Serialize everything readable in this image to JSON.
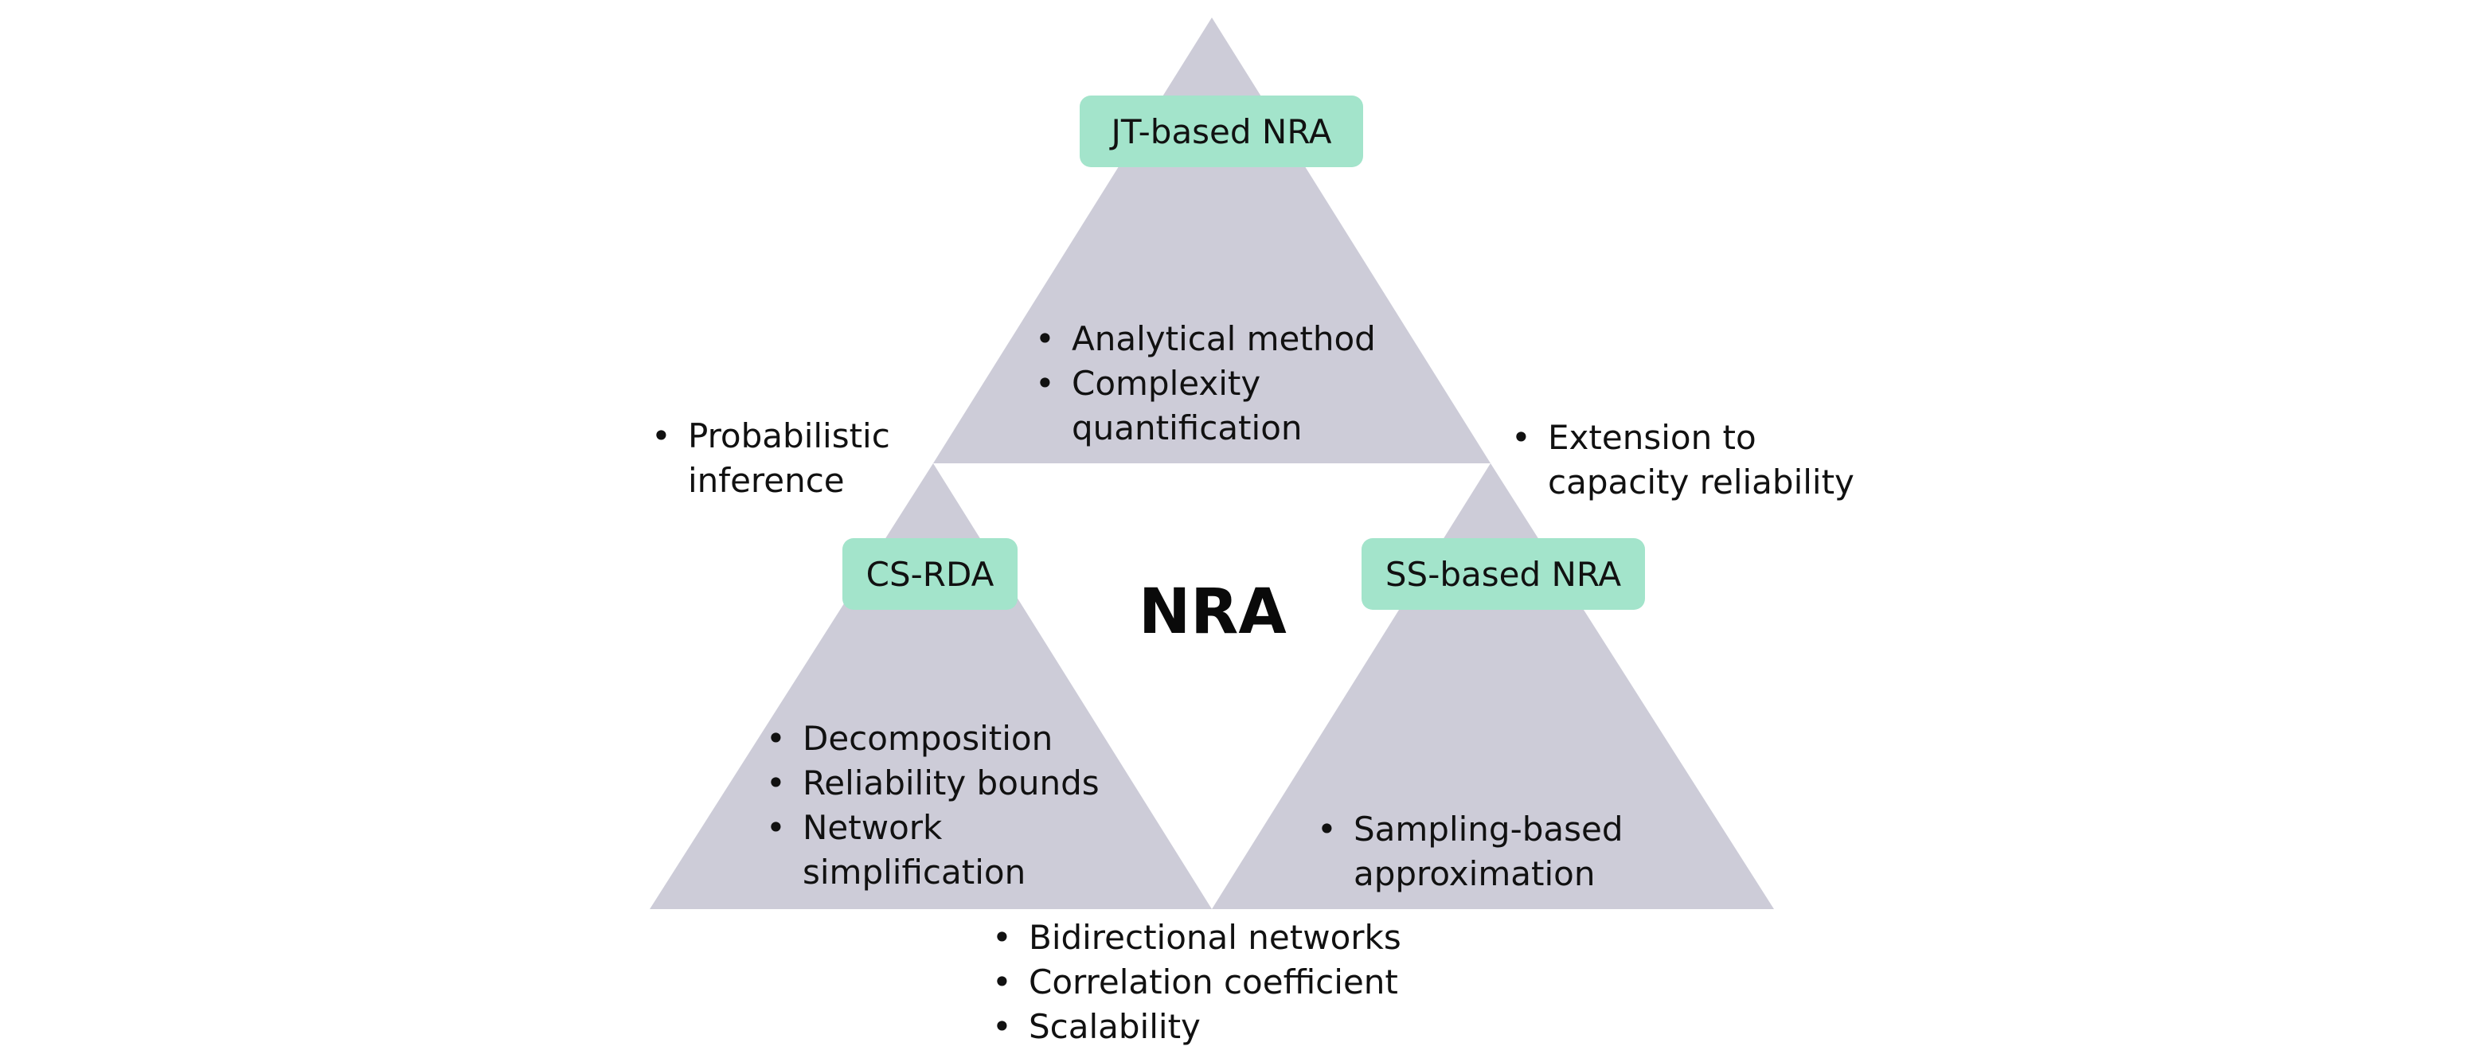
{
  "center_title": "NRA",
  "nodes": {
    "top": {
      "label": "JT-based NRA",
      "items": [
        "Analytical method",
        "Complexity\nquantification"
      ]
    },
    "left": {
      "label": "CS-RDA",
      "items": [
        "Decomposition",
        "Reliability bounds",
        "Network\nsimplification"
      ]
    },
    "right": {
      "label": "SS-based NRA",
      "items": [
        "Sampling-based\napproximation"
      ]
    }
  },
  "edges": {
    "top_left": {
      "items": [
        "Probabilistic\ninference"
      ]
    },
    "top_right": {
      "items": [
        "Extension to\ncapacity reliability"
      ]
    },
    "bottom": {
      "items": [
        "Bidirectional networks",
        "Correlation coefficient",
        "Scalability"
      ]
    }
  },
  "colors": {
    "triangle_fill": "#cdccd8",
    "label_fill": "#a3e4cb",
    "text": "#111111"
  }
}
